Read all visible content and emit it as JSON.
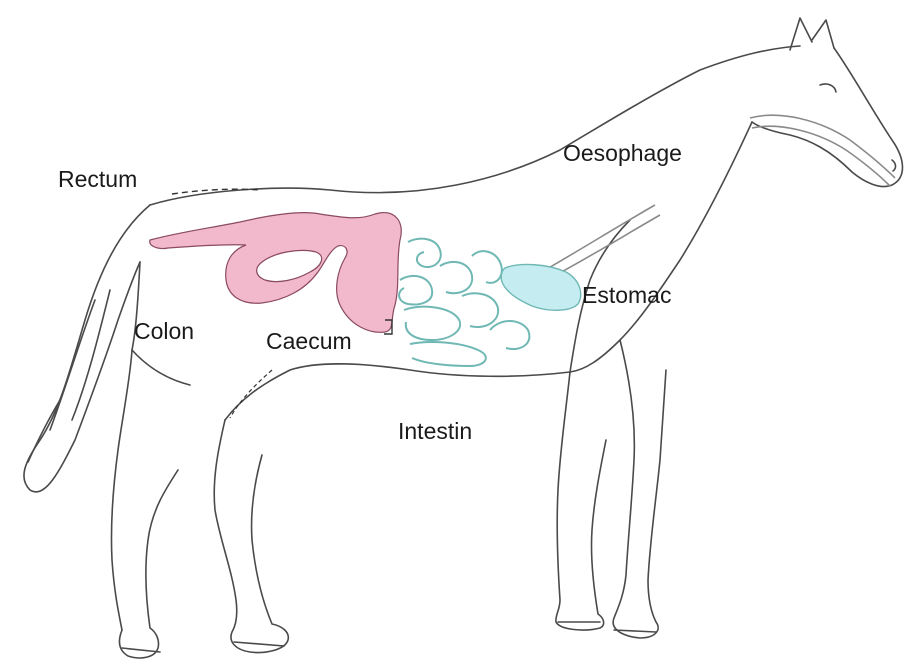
{
  "labels": {
    "rectum": "Rectum",
    "oesophage": "Oesophage",
    "estomac": "Estomac",
    "colon": "Colon",
    "caecum": "Caecum",
    "intestin": "Intestin"
  },
  "colors": {
    "outline": "#4a4a4a",
    "colon_caecum_fill": "#f2b8cc",
    "stomach_fill": "#c5ecf0",
    "intestine_stroke": "#6fb8b4",
    "esophagus_stroke": "#8a8a8a"
  }
}
